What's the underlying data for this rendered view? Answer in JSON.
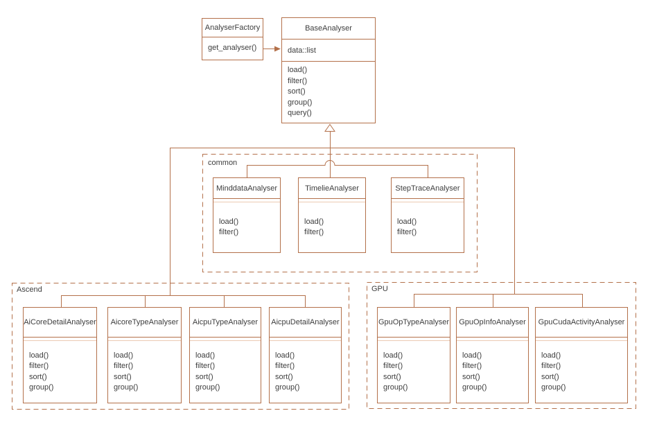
{
  "colors": {
    "stroke": "#b3704a",
    "stroke_light": "#eccab3",
    "text": "#3d3d3d",
    "bg": "#ffffff"
  },
  "diagram": {
    "factory": {
      "name": "AnalyserFactory",
      "methods": [
        "get_analyser()"
      ]
    },
    "base": {
      "name": "BaseAnalyser",
      "attributes": [
        "data::list"
      ],
      "methods": [
        "load()",
        "filter()",
        "sort()",
        "group()",
        "query()"
      ]
    },
    "groups": [
      {
        "label": "common",
        "classes": [
          {
            "name": "MinddataAnalyser",
            "methods": [
              "load()",
              "filter()"
            ]
          },
          {
            "name": "TimelieAnalyser",
            "methods": [
              "load()",
              "filter()"
            ]
          },
          {
            "name": "StepTraceAnalyser",
            "methods": [
              "load()",
              "filter()"
            ]
          }
        ]
      },
      {
        "label": "Ascend",
        "classes": [
          {
            "name": "AiCoreDetailAnalyser",
            "methods": [
              "load()",
              "filter()",
              "sort()",
              "group()"
            ]
          },
          {
            "name": "AicoreTypeAnalyser",
            "methods": [
              "load()",
              "filter()",
              "sort()",
              "group()"
            ]
          },
          {
            "name": "AicpuTypeAnalyser",
            "methods": [
              "load()",
              "filter()",
              "sort()",
              "group()"
            ]
          },
          {
            "name": "AicpuDetailAnalyser",
            "methods": [
              "load()",
              "filter()",
              "sort()",
              "group()"
            ]
          }
        ]
      },
      {
        "label": "GPU",
        "classes": [
          {
            "name": "GpuOpTypeAnalyser",
            "methods": [
              "load()",
              "filter()",
              "sort()",
              "group()"
            ]
          },
          {
            "name": "GpuOpInfoAnalyser",
            "methods": [
              "load()",
              "filter()",
              "sort()",
              "group()"
            ]
          },
          {
            "name": "GpuCudaActivityAnalyser",
            "methods": [
              "load()",
              "filter()",
              "sort()",
              "group()"
            ]
          }
        ]
      }
    ],
    "connectors": {
      "factory_to_base": "solid-arrow",
      "subclass_to_base": "hollow-triangle-generalization"
    }
  }
}
